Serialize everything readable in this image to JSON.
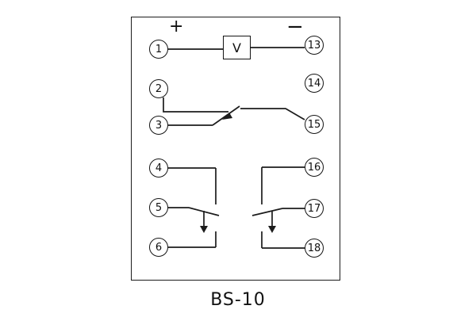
{
  "diagram": {
    "caption": "BS-10",
    "polarity": {
      "plus": "+",
      "minus": "−"
    },
    "voltmeter_label": "V",
    "terminals_left": [
      {
        "label": "1"
      },
      {
        "label": "2"
      },
      {
        "label": "3"
      },
      {
        "label": "4"
      },
      {
        "label": "5"
      },
      {
        "label": "6"
      }
    ],
    "terminals_right": [
      {
        "label": "13"
      },
      {
        "label": "14"
      },
      {
        "label": "15"
      },
      {
        "label": "16"
      },
      {
        "label": "17"
      },
      {
        "label": "18"
      }
    ]
  }
}
